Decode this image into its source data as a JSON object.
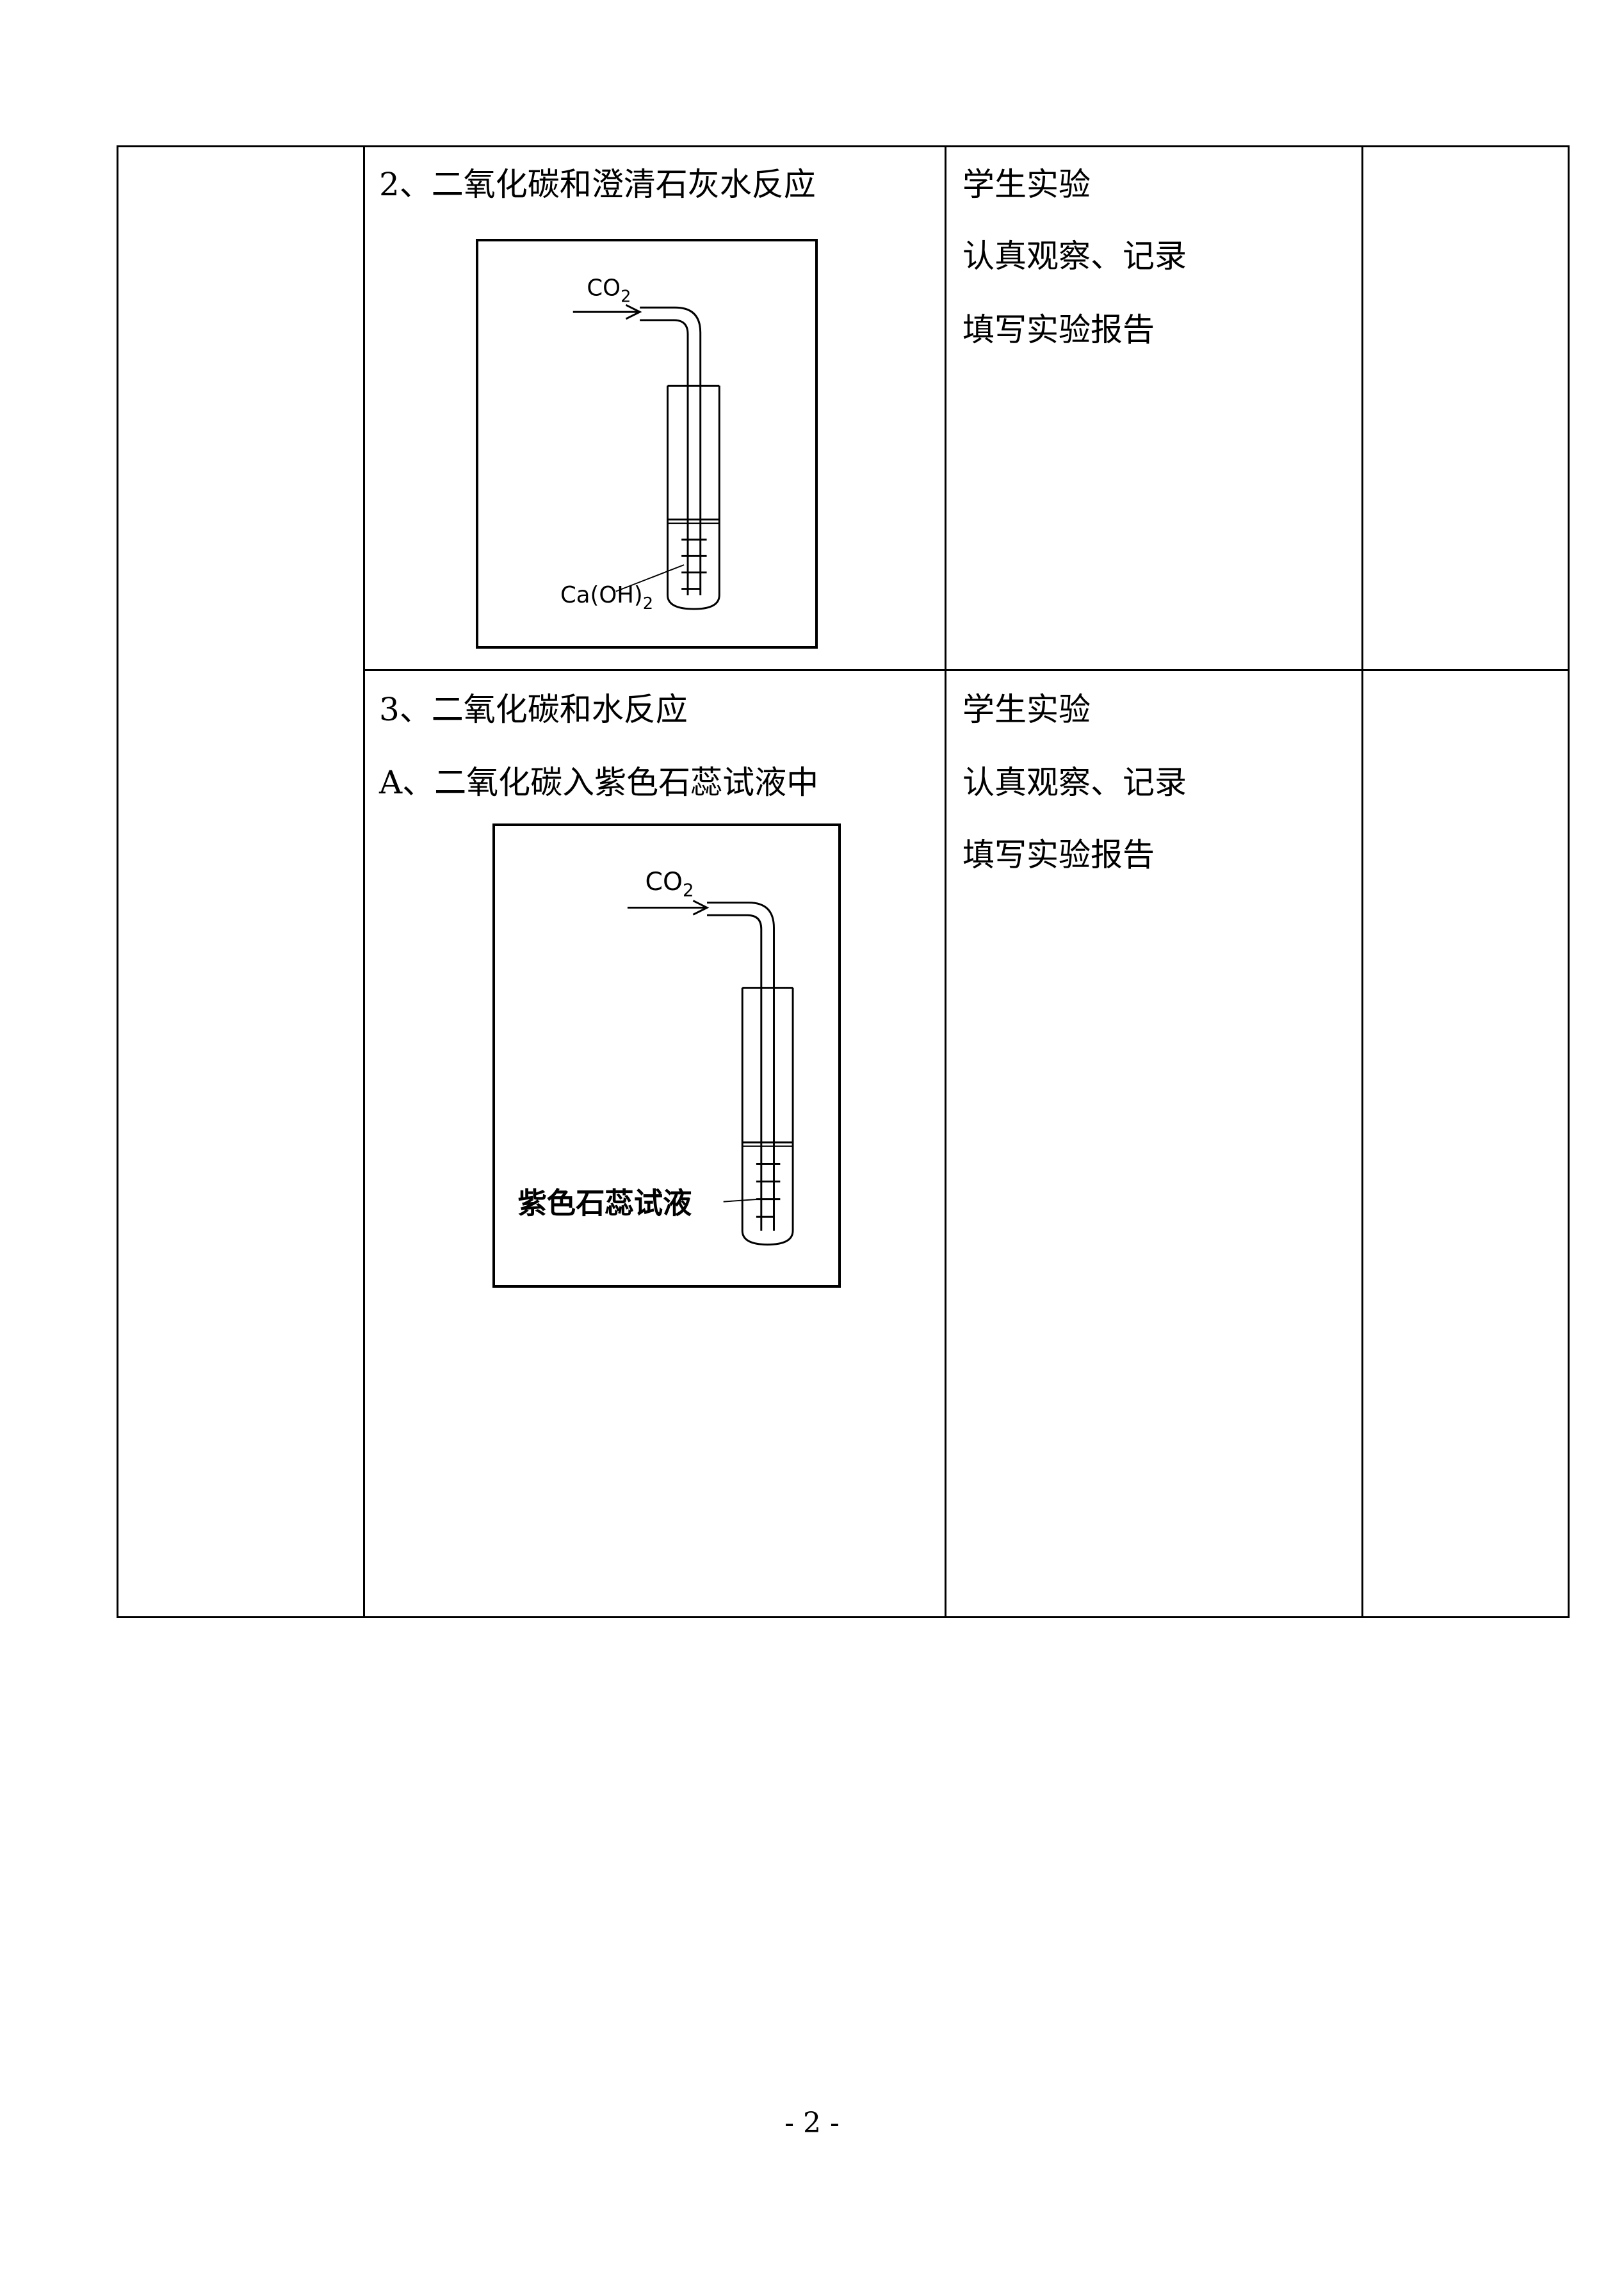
{
  "rows": [
    {
      "content_title": "2、二氧化碳和澄清石灰水反应",
      "figure": {
        "gas_label": "CO",
        "gas_sub": "2",
        "liquid_label": "Ca(OH)",
        "liquid_sub": "2"
      },
      "activity": [
        "学生实验",
        "认真观察、记录",
        "填写实验报告"
      ]
    },
    {
      "content_title": "3、二氧化碳和水反应",
      "content_subtitle": "A、二氧化碳入紫色石蕊试液中",
      "figure": {
        "gas_label": "CO",
        "gas_sub": "2",
        "liquid_label": "紫色石蕊试液"
      },
      "activity": [
        "学生实验",
        "认真观察、记录",
        "填写实验报告"
      ]
    }
  ],
  "page_number": "- 2 -"
}
